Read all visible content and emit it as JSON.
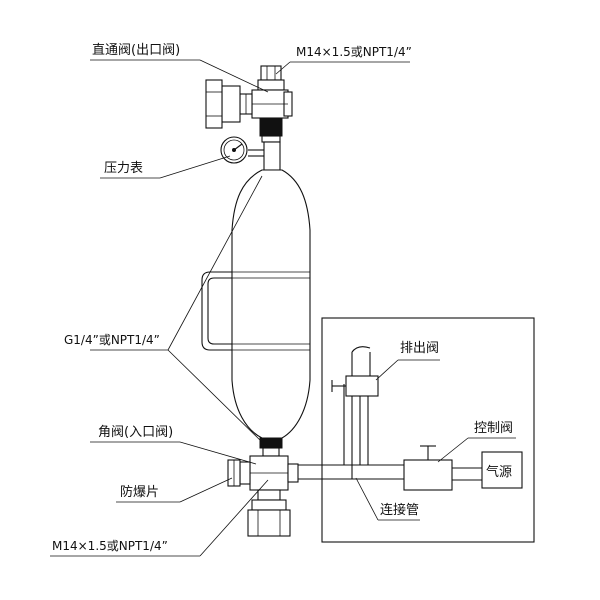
{
  "labels": {
    "straight_valve": "直通阀(出口阀)",
    "thread_top": "M14×1.5或NPT1/4”",
    "pressure_gauge": "压力表",
    "thread_side": "G1/4”或NPT1/4”",
    "angle_valve": "角阀(入口阀)",
    "burst_disc": "防爆片",
    "thread_bottom": "M14×1.5或NPT1/4”",
    "discharge_valve": "排出阀",
    "control_valve": "控制阀",
    "gas_source": "气源",
    "connecting_pipe": "连接管"
  }
}
